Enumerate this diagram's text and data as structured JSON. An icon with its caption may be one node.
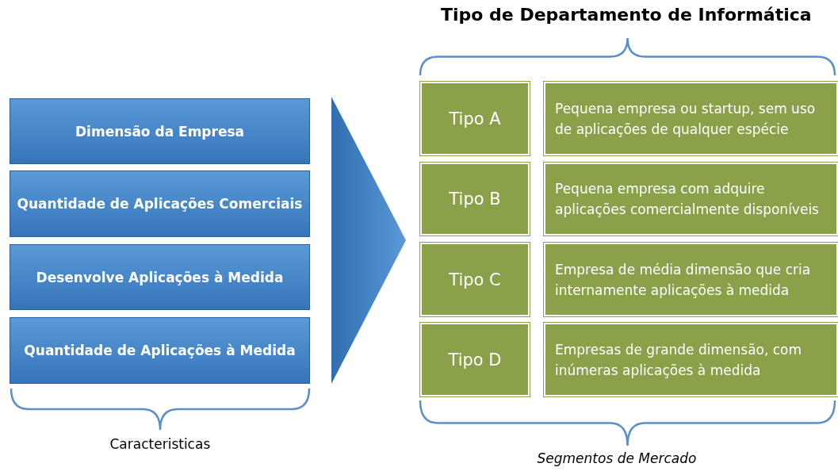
{
  "diagram": {
    "title": "Tipo de Departamento de Informática",
    "nodes": [
      {
        "text": [
          "Dimensão da Empresa"
        ]
      },
      {
        "text": [
          "Quantidade de Aplicações Comerciais"
        ]
      },
      {
        "text": [
          "Desenvolve Aplicações à Medida"
        ]
      },
      {
        "text": [
          "Quantidade de Aplicações à Medida"
        ]
      },
      {
        "text": [
          "Tipo A"
        ]
      },
      {
        "text": [
          "Pequena empresa ou startup, sem uso de aplicações de qualquer espécie"
        ]
      },
      {
        "text": [
          "Tipo B"
        ]
      },
      {
        "text": [
          "Pequena empresa com adquire aplicações comercialmente disponíveis"
        ]
      },
      {
        "text": [
          "Tipo C"
        ]
      },
      {
        "text": [
          "Empresa de média dimensão que cria internamente aplicações à medida"
        ]
      },
      {
        "text": [
          "Tipo D"
        ]
      },
      {
        "text": [
          "Empresas de grande dimensão, com inúmeras aplicações à medida"
        ]
      }
    ],
    "labels": [
      "Caracteristicas",
      "Segmentos de Mercado"
    ]
  }
}
